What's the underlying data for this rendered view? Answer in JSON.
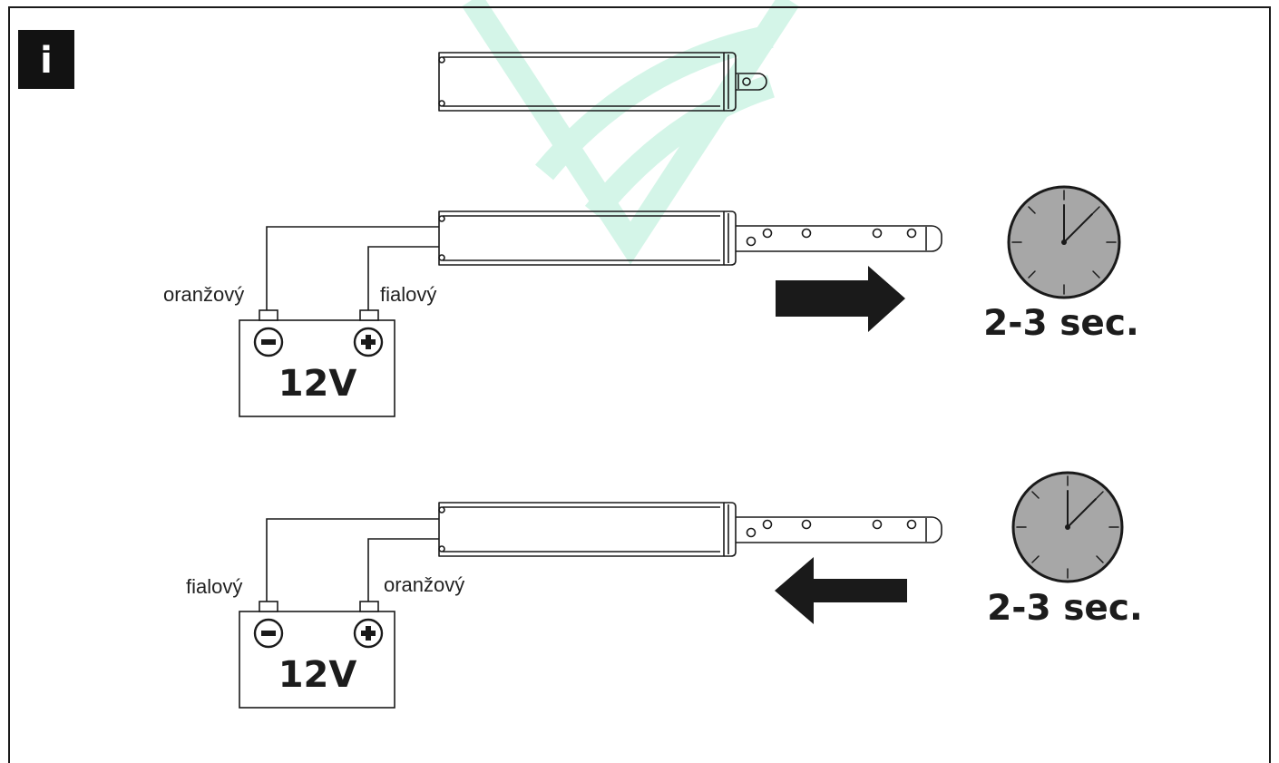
{
  "info_badge": {
    "letter": "i"
  },
  "colors": {
    "line": "#1a1a1a",
    "clock_face": "#a7a7a7",
    "watermark": "#2fd08e",
    "info_badge_bg": "#121212"
  },
  "icons": {
    "info": "info-icon",
    "actuator": "linear-actuator-icon",
    "battery": "battery-icon",
    "clock": "clock-icon",
    "arrow_right": "arrow-right-icon",
    "arrow_left": "arrow-left-icon",
    "minus": "minus-terminal-icon",
    "plus": "plus-terminal-icon"
  },
  "steps": [
    {
      "direction": "extend",
      "battery_voltage": "12V",
      "left_wire_label": "oranžový",
      "right_wire_label": "fialový",
      "duration": "2-3 sec."
    },
    {
      "direction": "retract",
      "battery_voltage": "12V",
      "left_wire_label": "fialový",
      "right_wire_label": "oranžový",
      "duration": "2-3 sec."
    }
  ]
}
